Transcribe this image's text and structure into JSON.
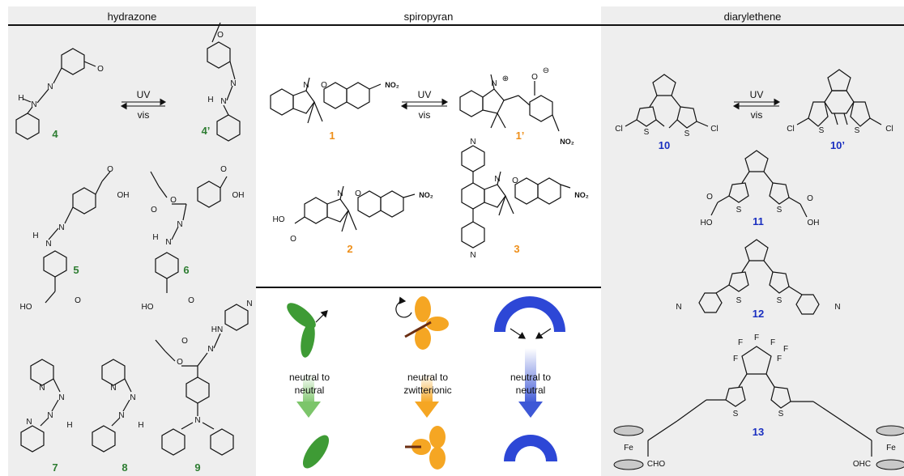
{
  "panels": {
    "hydrazone": "hydrazone",
    "spiropyran": "spiropyran",
    "diarylethene": "diarylethene"
  },
  "arrow_labels": {
    "uv": "UV",
    "vis": "vis"
  },
  "compounds": {
    "c4": "4",
    "c4p": "4’",
    "c5": "5",
    "c6": "6",
    "c7": "7",
    "c8": "8",
    "c9": "9",
    "c1": "1",
    "c1p": "1’",
    "c2": "2",
    "c3": "3",
    "c10": "10",
    "c10p": "10’",
    "c11": "11",
    "c12": "12",
    "c13": "13"
  },
  "mechanisms": {
    "green": {
      "line1": "neutral to",
      "line2": "neutral"
    },
    "orange": {
      "line1": "neutral to",
      "line2": "zwitterionic"
    },
    "blue": {
      "line1": "neutral to",
      "line2": "neutral"
    }
  },
  "atoms": {
    "H": "H",
    "N": "N",
    "O": "O",
    "S": "S",
    "Cl": "Cl",
    "F": "F",
    "Fe": "Fe",
    "OH": "OH",
    "HO": "HO",
    "NO2": "NO₂",
    "CHO": "CHO",
    "OHC": "OHC",
    "HN": "HN",
    "plus": "⊕",
    "minus": "⊖"
  },
  "colors": {
    "green_ring": "#b9d9a5",
    "green_text": "#2e7d32",
    "orange_ring": "#f6b44a",
    "orange_text": "#ee8f1a",
    "blue_ring": "#a8b6e6",
    "blue_text": "#1a2fc0",
    "panel_gray": "#eeeeee"
  }
}
